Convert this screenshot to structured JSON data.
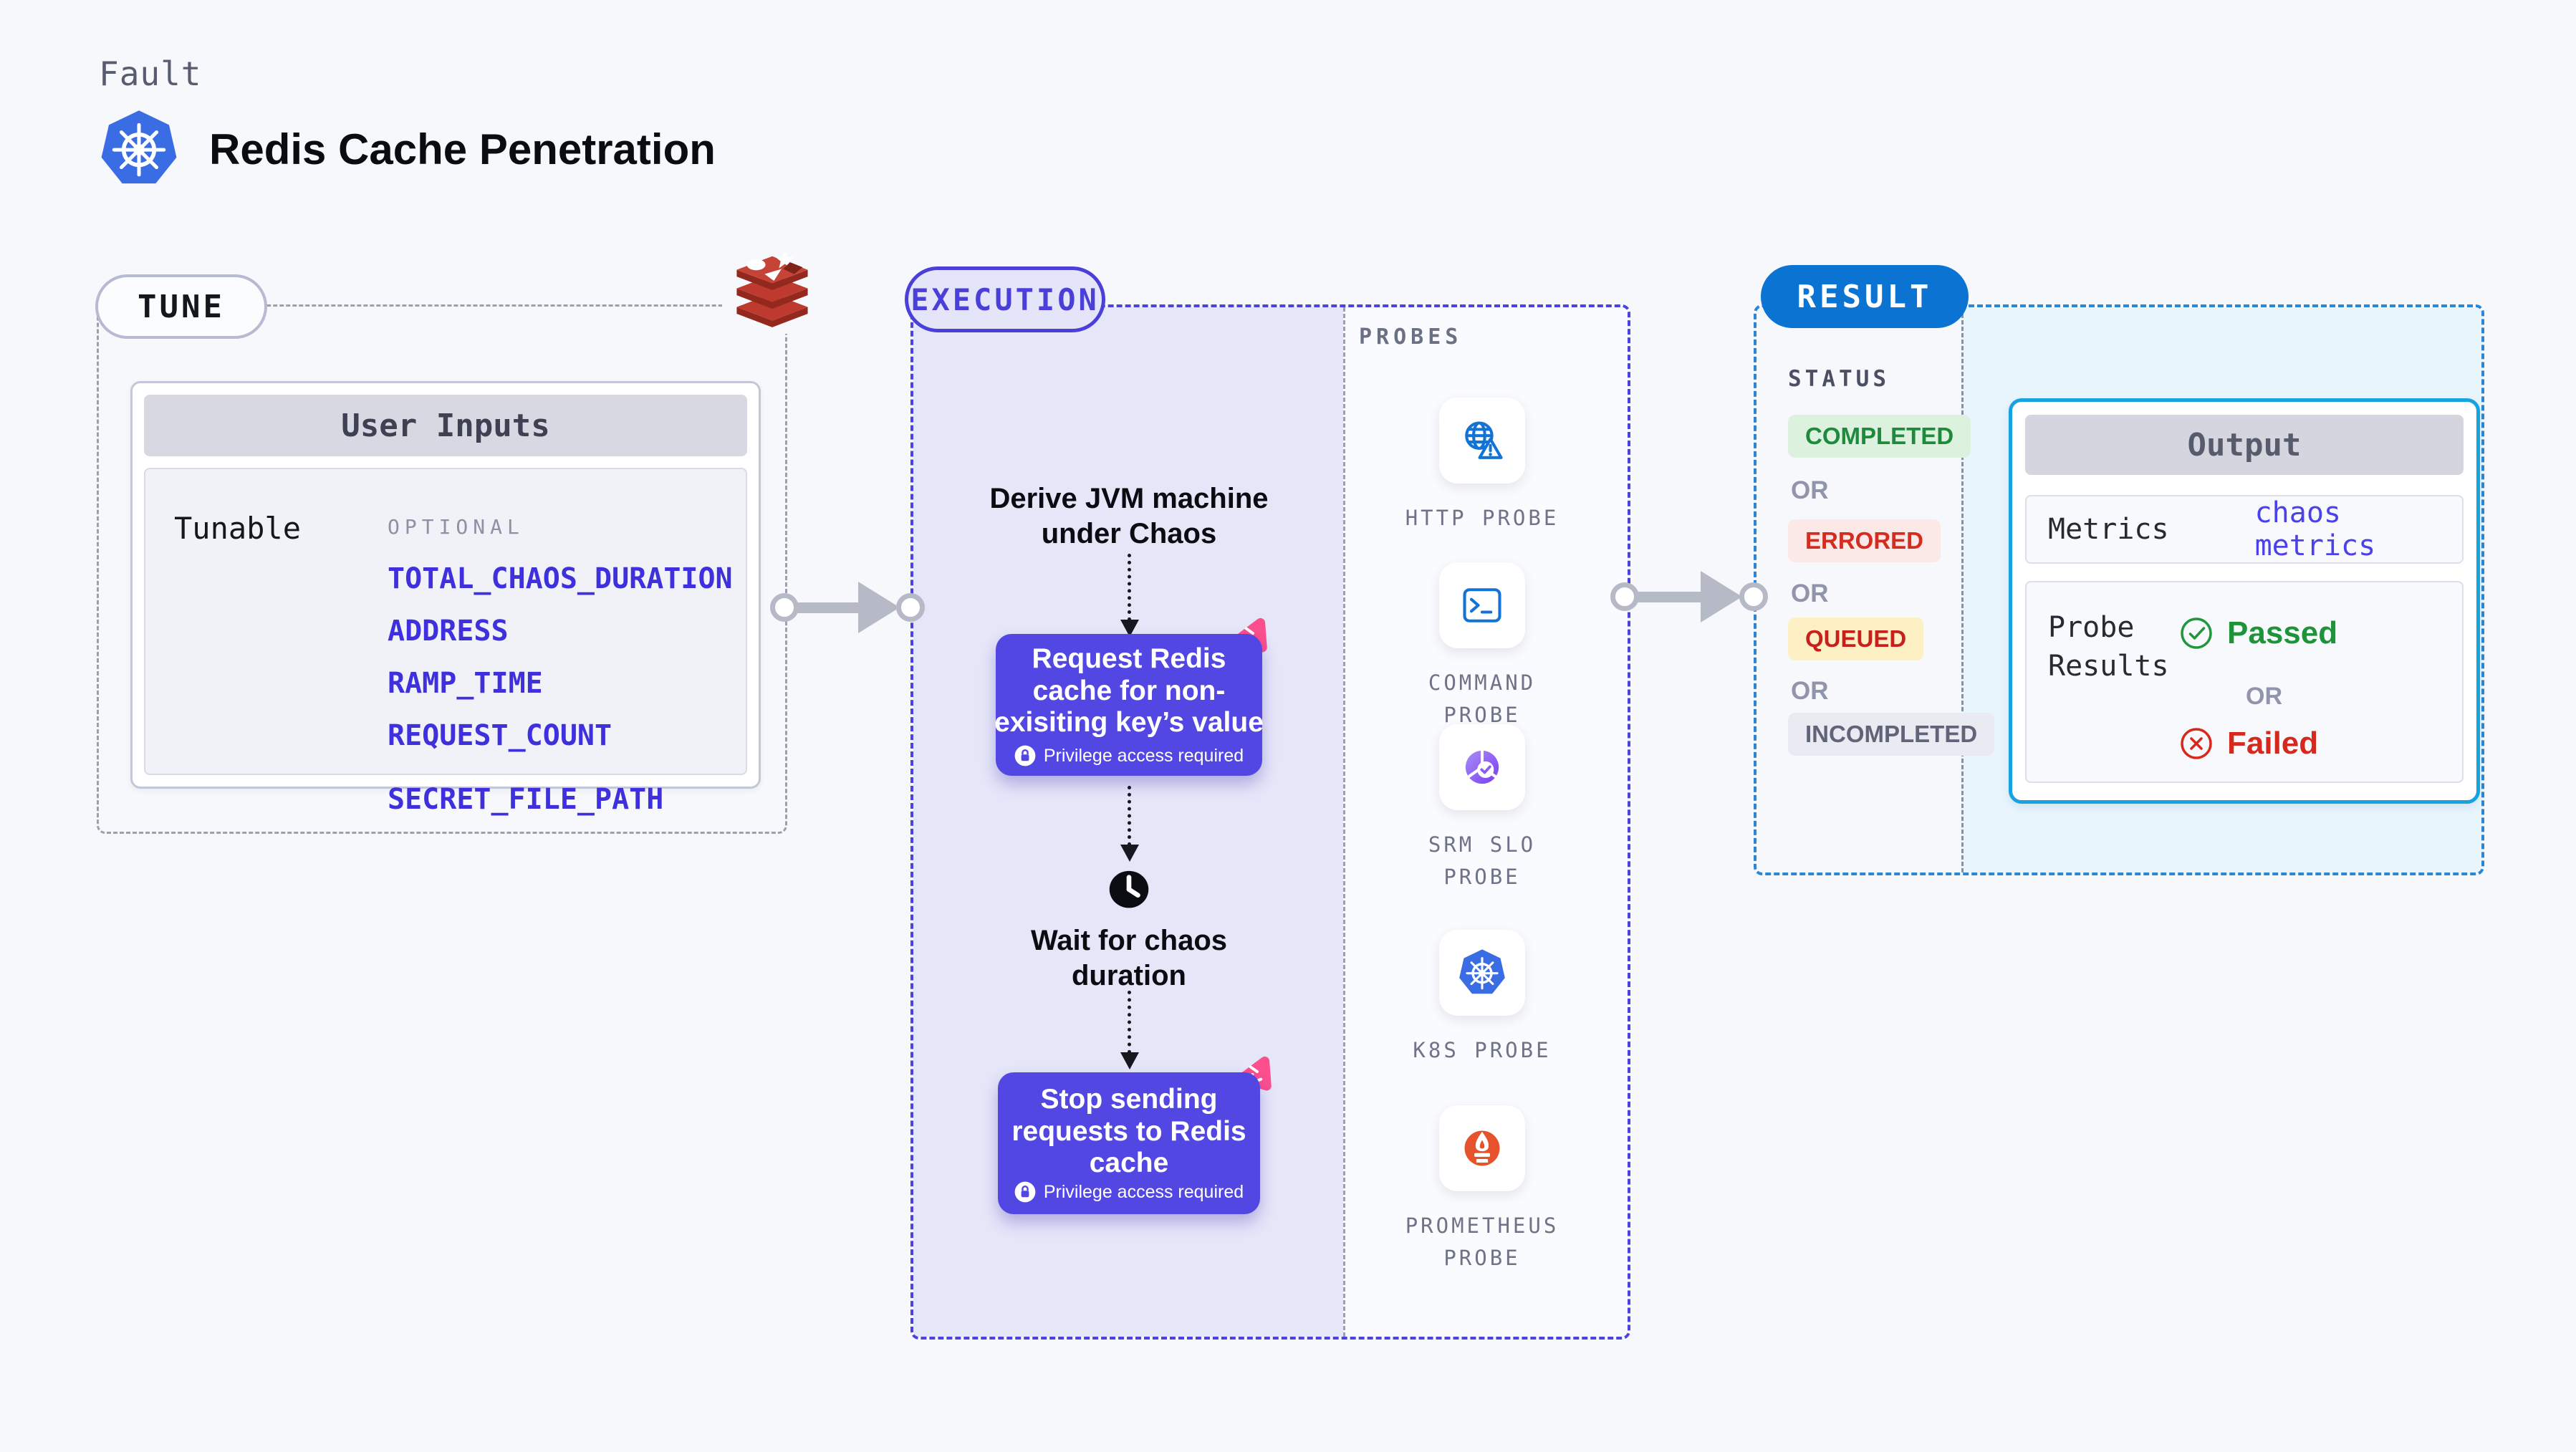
{
  "header": {
    "kicker": "Fault",
    "title": "Redis Cache Penetration"
  },
  "tune": {
    "label": "TUNE",
    "card_title": "User Inputs",
    "row_label": "Tunable",
    "column_label": "OPTIONAL",
    "params": [
      "TOTAL_CHAOS_DURATION",
      "ADDRESS",
      "RAMP_TIME",
      "REQUEST_COUNT",
      "SECRET_FILE_PATH"
    ]
  },
  "execution": {
    "label": "EXECUTION",
    "derive_line1": "Derive JVM machine",
    "derive_line2": "under Chaos",
    "request_box": {
      "line1": "Request Redis",
      "line2": "cache for non-",
      "line3": "exisiting key’s value",
      "note": "Privilege access required"
    },
    "wait_line1": "Wait for chaos",
    "wait_line2": "duration",
    "stop_box": {
      "line1": "Stop sending",
      "line2": "requests to Redis",
      "line3": "cache",
      "note": "Privilege access required"
    }
  },
  "probes": {
    "label": "PROBES",
    "items": [
      {
        "label": "HTTP PROBE",
        "icon": "globe-alert-icon"
      },
      {
        "label": "COMMAND PROBE",
        "icon": "terminal-icon"
      },
      {
        "label": "SRM SLO PROBE",
        "icon": "slo-pie-check-icon"
      },
      {
        "label": "K8S PROBE",
        "icon": "kubernetes-icon"
      },
      {
        "label": "PROMETHEUS PROBE",
        "icon": "prometheus-flame-icon"
      }
    ]
  },
  "result": {
    "label": "RESULT",
    "status_label": "STATUS",
    "or_label": "OR",
    "statuses": [
      {
        "label": "COMPLETED"
      },
      {
        "label": "ERRORED"
      },
      {
        "label": "QUEUED"
      },
      {
        "label": "INCOMPLETED"
      }
    ],
    "output": {
      "title": "Output",
      "metrics_label": "Metrics",
      "metrics_value": "chaos metrics",
      "probe_results_label": "Probe Results",
      "passed_label": "Passed",
      "or_label": "OR",
      "failed_label": "Failed"
    }
  },
  "colors": {
    "page_bg": "#f7f8fb",
    "indigo_accent": "#4a3fd8",
    "execution_fill": "#e6e6f9",
    "step_box": "#5347e3",
    "chaos_pink": "#fb4f8e",
    "result_blue": "#0b73d2",
    "output_border": "#16a3e0",
    "result_fill": "#e8f5fc",
    "param_link": "#3e31dd",
    "completed_green": "#1d8a3c",
    "errored_red": "#d62b1f",
    "queued_yellow_bg": "#fdf0c5",
    "passed_green": "#1f9339",
    "failed_red": "#d6281c",
    "redis_red": "#bf3a2e",
    "kubernetes_blue": "#3a6de4",
    "probe_icon_blue": "#1273d4"
  }
}
